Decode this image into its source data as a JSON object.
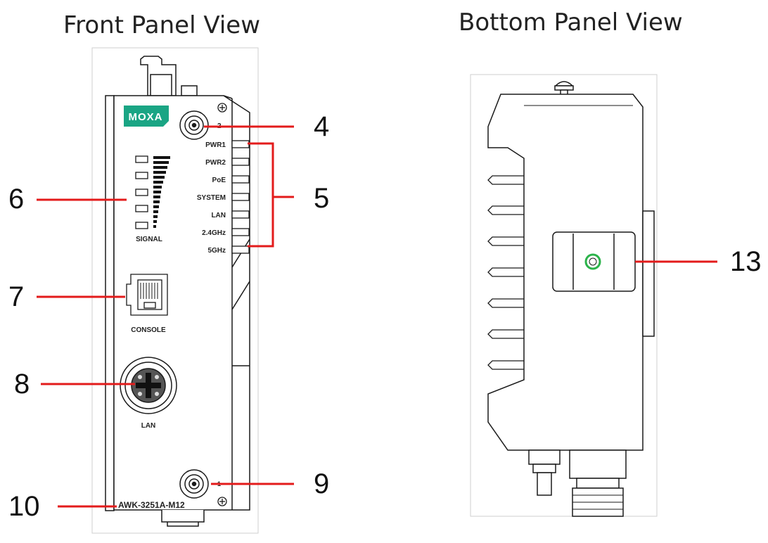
{
  "titles": {
    "front": "Front Panel View",
    "bottom": "Bottom Panel View"
  },
  "front_panel": {
    "logo": "MOXA",
    "antenna_top_label": "2",
    "antenna_bottom_label": "1",
    "leds": [
      "PWR1",
      "PWR2",
      "PoE",
      "SYSTEM",
      "LAN",
      "2.4GHz",
      "5GHz"
    ],
    "signal_label": "SIGNAL",
    "console_label": "CONSOLE",
    "lan_label": "LAN",
    "model": "AWK-3251A-M12"
  },
  "callouts": {
    "c4": "4",
    "c5": "5",
    "c6": "6",
    "c7": "7",
    "c8": "8",
    "c9": "9",
    "c10": "10",
    "c13": "13"
  },
  "colors": {
    "callout_line": "#e31b1b",
    "logo_bg": "#1aa584",
    "outline": "#1a1a1a",
    "led_green": "#2bb34a"
  }
}
